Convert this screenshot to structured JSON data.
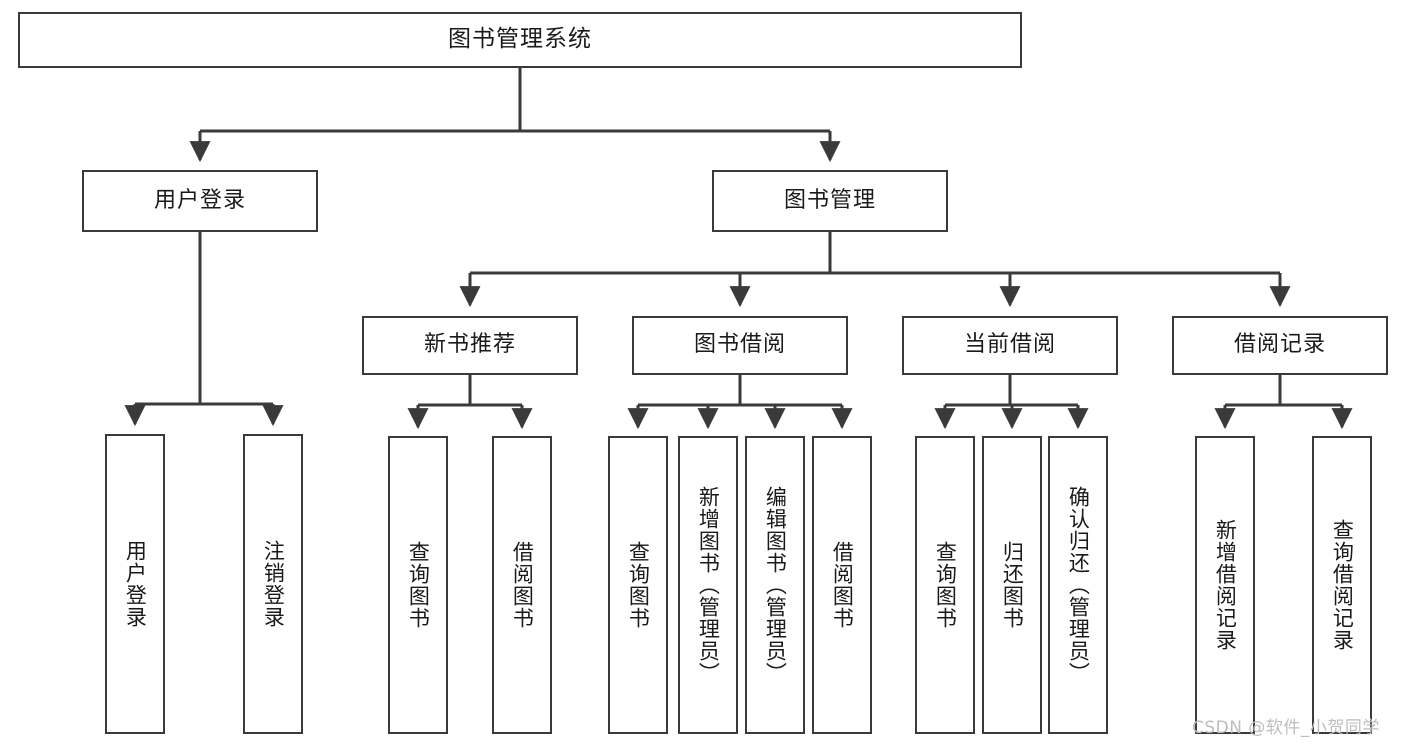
{
  "diagram": {
    "title": "图书管理系统",
    "type": "tree-hierarchy",
    "stroke_color": "#3a3a3a",
    "text_color": "#1a1a1a",
    "background_color": "#ffffff",
    "root": {
      "id": "root",
      "label": "图书管理系统"
    },
    "level2": [
      {
        "id": "user-login",
        "label": "用户登录"
      },
      {
        "id": "book-manage",
        "label": "图书管理"
      }
    ],
    "level3": [
      {
        "id": "new-book-rec",
        "label": "新书推荐",
        "parent": "book-manage"
      },
      {
        "id": "book-borrow",
        "label": "图书借阅",
        "parent": "book-manage"
      },
      {
        "id": "current-borrow",
        "label": "当前借阅",
        "parent": "book-manage"
      },
      {
        "id": "borrow-record",
        "label": "借阅记录",
        "parent": "book-manage"
      }
    ],
    "leaves": [
      {
        "id": "leaf-user-login",
        "label": "用户登录",
        "parent": "user-login"
      },
      {
        "id": "leaf-user-logout",
        "label": "注销登录",
        "parent": "user-login"
      },
      {
        "id": "leaf-rec-query-book",
        "label": "查询图书",
        "parent": "new-book-rec"
      },
      {
        "id": "leaf-rec-borrow-book",
        "label": "借阅图书",
        "parent": "new-book-rec"
      },
      {
        "id": "leaf-borrow-query-book",
        "label": "查询图书",
        "parent": "book-borrow"
      },
      {
        "id": "leaf-borrow-add-book",
        "label": "新增图书（管理员）",
        "parent": "book-borrow"
      },
      {
        "id": "leaf-borrow-edit-book",
        "label": "编辑图书（管理员）",
        "parent": "book-borrow"
      },
      {
        "id": "leaf-borrow-borrow-book",
        "label": "借阅图书",
        "parent": "book-borrow"
      },
      {
        "id": "leaf-cur-query-book",
        "label": "查询图书",
        "parent": "current-borrow"
      },
      {
        "id": "leaf-cur-return-book",
        "label": "归还图书",
        "parent": "current-borrow"
      },
      {
        "id": "leaf-cur-confirm-return",
        "label": "确认归还（管理员）",
        "parent": "current-borrow"
      },
      {
        "id": "leaf-rec-add-record",
        "label": "新增借阅记录",
        "parent": "borrow-record"
      },
      {
        "id": "leaf-rec-query-record",
        "label": "查询借阅记录",
        "parent": "borrow-record"
      }
    ]
  },
  "watermark": {
    "text": "CSDN @软件_小贺同学"
  }
}
